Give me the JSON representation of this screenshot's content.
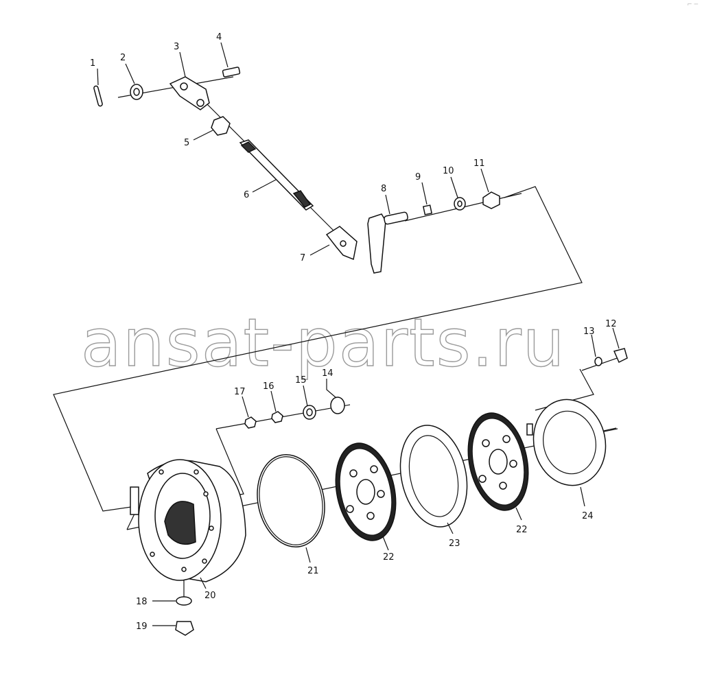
{
  "watermark_text": "ansat-parts.ru",
  "callouts": [
    {
      "id": "1",
      "label": "1"
    },
    {
      "id": "2",
      "label": "2"
    },
    {
      "id": "3",
      "label": "3"
    },
    {
      "id": "4",
      "label": "4"
    },
    {
      "id": "5",
      "label": "5"
    },
    {
      "id": "6",
      "label": "6"
    },
    {
      "id": "7",
      "label": "7"
    },
    {
      "id": "8",
      "label": "8"
    },
    {
      "id": "9",
      "label": "9"
    },
    {
      "id": "10",
      "label": "10"
    },
    {
      "id": "11",
      "label": "11"
    },
    {
      "id": "12",
      "label": "12"
    },
    {
      "id": "13",
      "label": "13"
    },
    {
      "id": "14",
      "label": "14"
    },
    {
      "id": "15",
      "label": "15"
    },
    {
      "id": "16",
      "label": "16"
    },
    {
      "id": "17",
      "label": "17"
    },
    {
      "id": "18",
      "label": "18"
    },
    {
      "id": "19",
      "label": "19"
    },
    {
      "id": "20",
      "label": "20"
    },
    {
      "id": "21",
      "label": "21"
    },
    {
      "id": "22a",
      "label": "22"
    },
    {
      "id": "22b",
      "label": "22"
    },
    {
      "id": "23",
      "label": "23"
    },
    {
      "id": "24",
      "label": "24"
    }
  ]
}
